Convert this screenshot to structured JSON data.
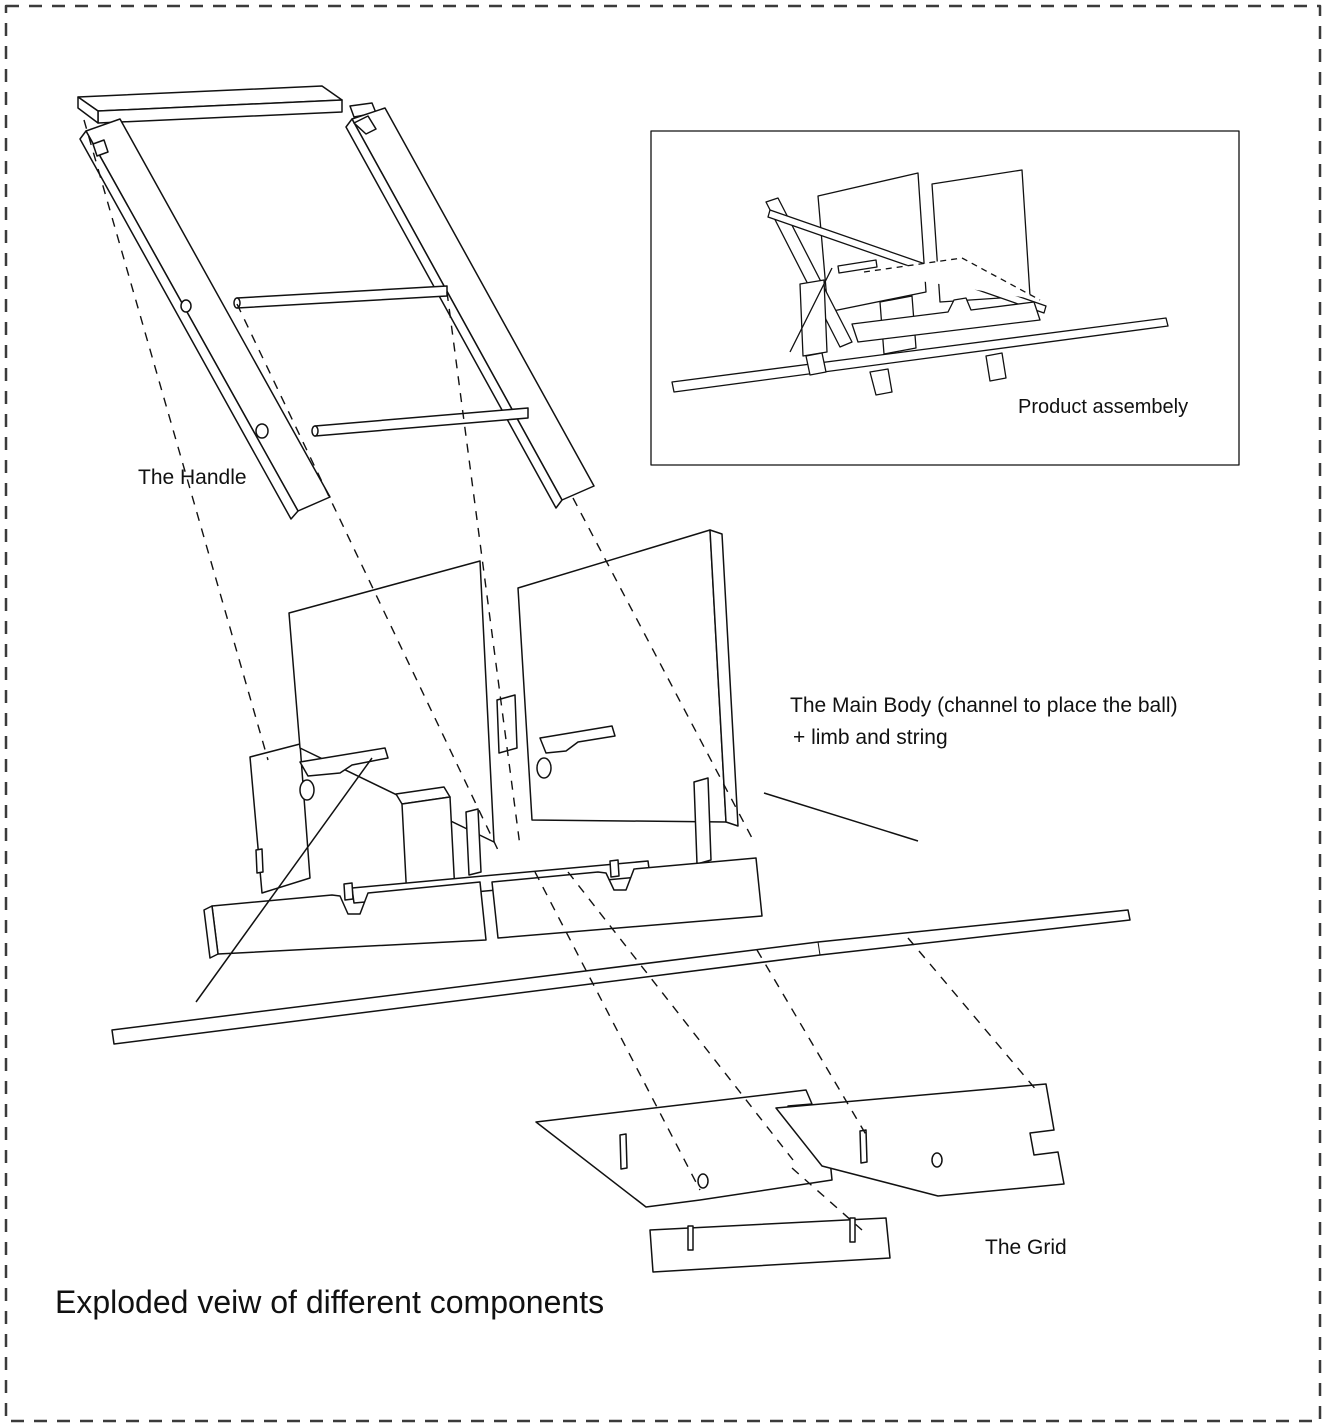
{
  "page": {
    "background": "#ffffff",
    "border_color": "#3b3b3b",
    "line_color": "#111111"
  },
  "labels": {
    "handle": "The Handle",
    "product_assembly": "Product assembely",
    "main_body_line1": "The Main Body (channel to place the ball)",
    "main_body_line2": "+ limb and string",
    "grid": "The Grid",
    "caption": "Exploded veiw of different components"
  }
}
